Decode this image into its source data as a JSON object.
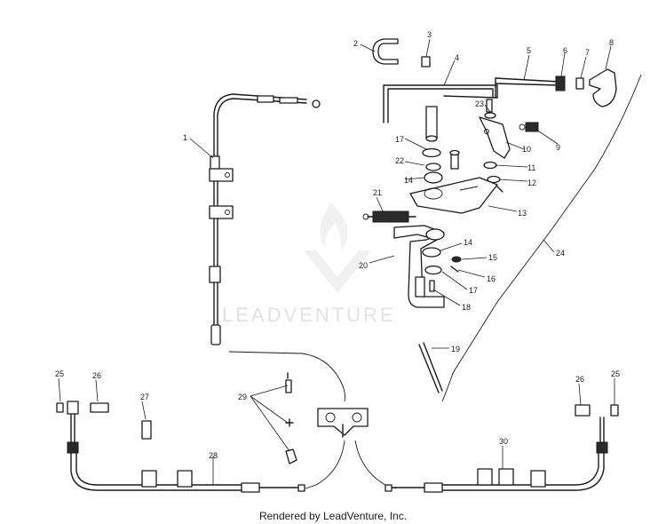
{
  "watermark": {
    "brand": "LEADVENTURE"
  },
  "footer": {
    "text": "Rendered by LeadVenture, Inc."
  },
  "callouts": [
    "1",
    "2",
    "3",
    "4",
    "5",
    "6",
    "7",
    "8",
    "9",
    "10",
    "11",
    "12",
    "13",
    "14",
    "14",
    "15",
    "16",
    "17",
    "17",
    "18",
    "19",
    "20",
    "21",
    "22",
    "23",
    "24",
    "25",
    "25",
    "26",
    "26",
    "27",
    "28",
    "29",
    "30"
  ]
}
